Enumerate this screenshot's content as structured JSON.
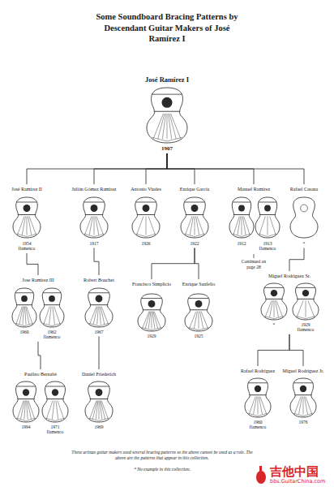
{
  "diagram": {
    "title": "Some Soundboard Bracing Patterns by Descendant Guitar Makers of José Ramírez I",
    "caption": "These artisan guitar makers used several bracing patterns so the above cannot be used as a rule. The above are the patterns that appear in this collection.",
    "nodes": [
      {
        "text": [
          "José Ramírez I",
          "1907"
        ]
      },
      {
        "text": [
          "José Ramírez II",
          "1954 flamenco"
        ]
      },
      {
        "text": [
          "Julián Gómez Ramírez",
          "1917"
        ]
      },
      {
        "text": [
          "Antonio Viudes",
          "1926"
        ]
      },
      {
        "text": [
          "Enrique García",
          "1922"
        ]
      },
      {
        "text": [
          "Manuel Ramírez",
          "1912",
          "1913 flamenco"
        ]
      },
      {
        "text": [
          "Rafael Casana",
          "*"
        ]
      },
      {
        "text": [
          "Jose Ramírez III",
          "1960",
          "1962 flamenco"
        ]
      },
      {
        "text": [
          "Robert Bouchet",
          "1967"
        ]
      },
      {
        "text": [
          "Francisco Simplicio",
          "1929"
        ]
      },
      {
        "text": [
          "Enrique Sanfelio",
          "1925"
        ]
      },
      {
        "text": [
          "Miguel Rodríguez Sr.",
          "*",
          "1929 flamenco"
        ]
      },
      {
        "text": [
          "Paulino Bernabé",
          "1994",
          "1971 flamenco"
        ]
      },
      {
        "text": [
          "Daniel Friederich",
          "1969"
        ]
      },
      {
        "text": [
          "Rafael Rodríguez",
          "1960 flamenco"
        ]
      },
      {
        "text": [
          "Miguel Rodríguez Jr.",
          "1976"
        ]
      }
    ],
    "edges": [
      {
        "from": 0,
        "to": 1,
        "arrow": "none"
      },
      {
        "from": 0,
        "to": 2,
        "arrow": "none"
      },
      {
        "from": 0,
        "to": 3,
        "arrow": "none"
      },
      {
        "from": 0,
        "to": 4,
        "arrow": "none"
      },
      {
        "from": 0,
        "to": 5,
        "arrow": "none"
      },
      {
        "from": 0,
        "to": 6,
        "arrow": "none"
      },
      {
        "from": 1,
        "to": 7,
        "arrow": "none"
      },
      {
        "from": 2,
        "to": 8,
        "arrow": "none"
      },
      {
        "from": 4,
        "to": 9,
        "arrow": "none"
      },
      {
        "from": 4,
        "to": 10,
        "arrow": "none"
      },
      {
        "from": 6,
        "to": 11,
        "arrow": "none"
      },
      {
        "from": 7,
        "to": 12,
        "arrow": "none"
      },
      {
        "from": 8,
        "to": 13,
        "arrow": "none"
      },
      {
        "from": 11,
        "to": 14,
        "arrow": "none"
      },
      {
        "from": 11,
        "to": 15,
        "arrow": "none"
      }
    ],
    "labels": [
      "Continued on page 28",
      "* No example in this collection.",
      "吉他中国",
      "bbs.GuitarChina.com"
    ]
  }
}
